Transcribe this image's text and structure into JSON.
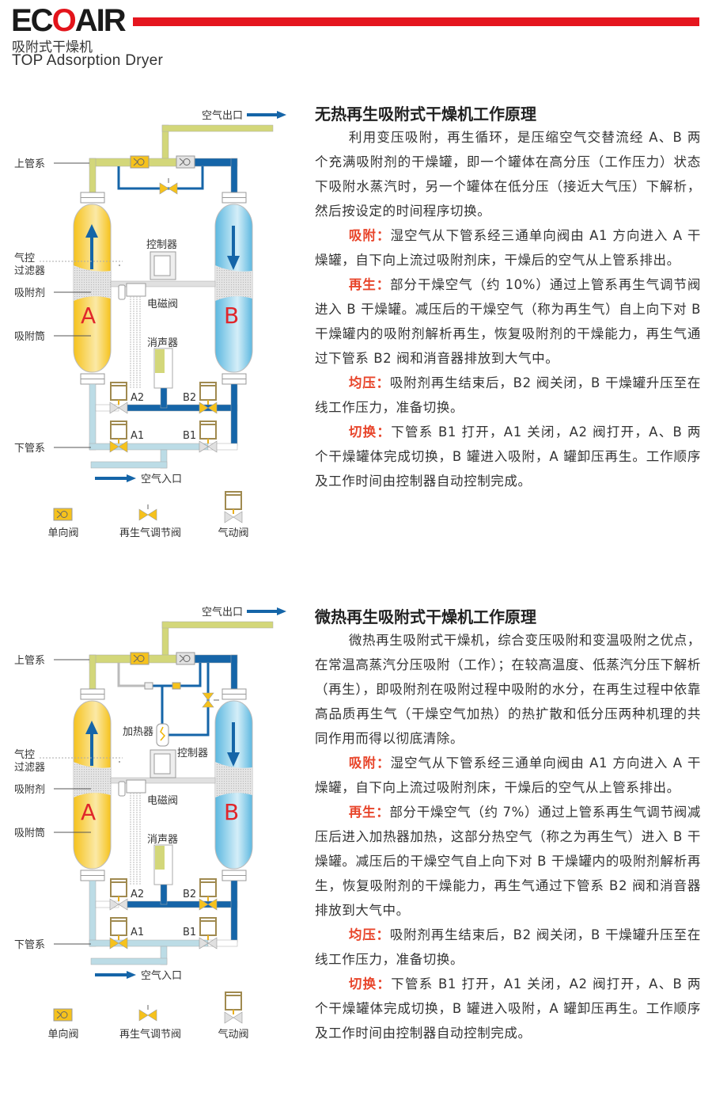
{
  "header": {
    "logo": "ECOAIR",
    "subtitle_cn": "吸附式干燥机",
    "subtitle_en": "TOP Adsorption Dryer",
    "brand_color": "#e5161f"
  },
  "diagram_labels": {
    "air_outlet": "空气出口",
    "air_inlet": "空气入口",
    "upper_pipe": "上管系",
    "lower_pipe": "下管系",
    "filter_line1": "气控",
    "filter_line2": "过滤器",
    "adsorbent": "吸附剂",
    "adsorber": "吸附筒",
    "controller": "控制器",
    "solenoid": "电磁阀",
    "muffler": "消声器",
    "heater": "加热器",
    "tank_a": "A",
    "tank_b": "B",
    "valve_a1": "A1",
    "valve_a2": "A2",
    "valve_b1": "B1",
    "valve_b2": "B2",
    "legend": [
      "单向阀",
      "再生气调节阀",
      "气动阀"
    ]
  },
  "sections": [
    {
      "title": "无热再生吸附式干燥机工作原理",
      "intro": "利用变压吸附，再生循环，是压缩空气交替流经 A、B 两个充满吸附剂的干燥罐，即一个罐体在高分压（工作压力）状态下吸附水蒸汽时，另一个罐体在低分压（接近大气压）下解析，然后按设定的时间程序切换。",
      "steps": [
        {
          "label": "吸附：",
          "text": "湿空气从下管系经三通单向阀由 A1 方向进入 A 干燥罐，自下向上流过吸附剂床，干燥后的空气从上管系排出。"
        },
        {
          "label": "再生：",
          "text": "部分干燥空气（约 10%）通过上管系再生气调节阀进入 B 干燥罐。减压后的干燥空气（称为再生气）自上向下对 B 干燥罐内的吸附剂解析再生，恢复吸附剂的干燥能力，再生气通过下管系 B2 阀和消音器排放到大气中。"
        },
        {
          "label": "均压：",
          "text": "吸附剂再生结束后，B2 阀关闭，B 干燥罐升压至在线工作压力，准备切换。"
        },
        {
          "label": "切换：",
          "text": "下管系 B1 打开，A1 关闭，A2 阀打开，A、B 两个干燥罐体完成切换，B 罐进入吸附，A 罐卸压再生。工作顺序及工作时间由控制器自动控制完成。"
        }
      ]
    },
    {
      "title": "微热再生吸附式干燥机工作原理",
      "intro": "微热再生吸附式干燥机，综合变压吸附和变温吸附之优点，在常温高蒸汽分压吸附（工作）；在较高温度、低蒸汽分压下解析（再生），即吸附剂在吸附过程中吸附的水分，在再生过程中依靠高品质再生气（干燥空气加热）的热扩散和低分压两种机理的共同作用而得以彻底清除。",
      "steps": [
        {
          "label": "吸附：",
          "text": "湿空气从下管系经三通单向阀由 A1 方向进入 A 干燥罐，自下向上流过吸附剂床，干燥后的空气从上管系排出。"
        },
        {
          "label": "再生：",
          "text": "部分干燥空气（约 7%）通过上管系再生气调节阀减压后进入加热器加热，这部分热空气（称之为再生气）进入 B 干燥罐。减压后的干燥空气自上向下对 B 干燥罐内的吸附剂解析再生，恢复吸附剂的干燥能力，再生气通过下管系 B2 阀和消音器排放到大气中。"
        },
        {
          "label": "均压：",
          "text": "吸附剂再生结束后，B2 阀关闭，B 干燥罐升压至在线工作压力，准备切换。"
        },
        {
          "label": "切换：",
          "text": "下管系 B1 打开，A1 关闭，A2 阀打开，A、B 两个干燥罐体完成切换，B 罐进入吸附，A 罐卸压再生。工作顺序及工作时间由控制器自动控制完成。"
        }
      ]
    }
  ],
  "colors": {
    "dry_pipe": "#d3d77a",
    "regen_pipe": "#1565a8",
    "wet_pipe": "#bcdce6",
    "tank_a": "#f6c21c",
    "tank_b": "#5cb8e0",
    "valve_yellow": "#f6c21c",
    "label_red": "#e8462c"
  }
}
